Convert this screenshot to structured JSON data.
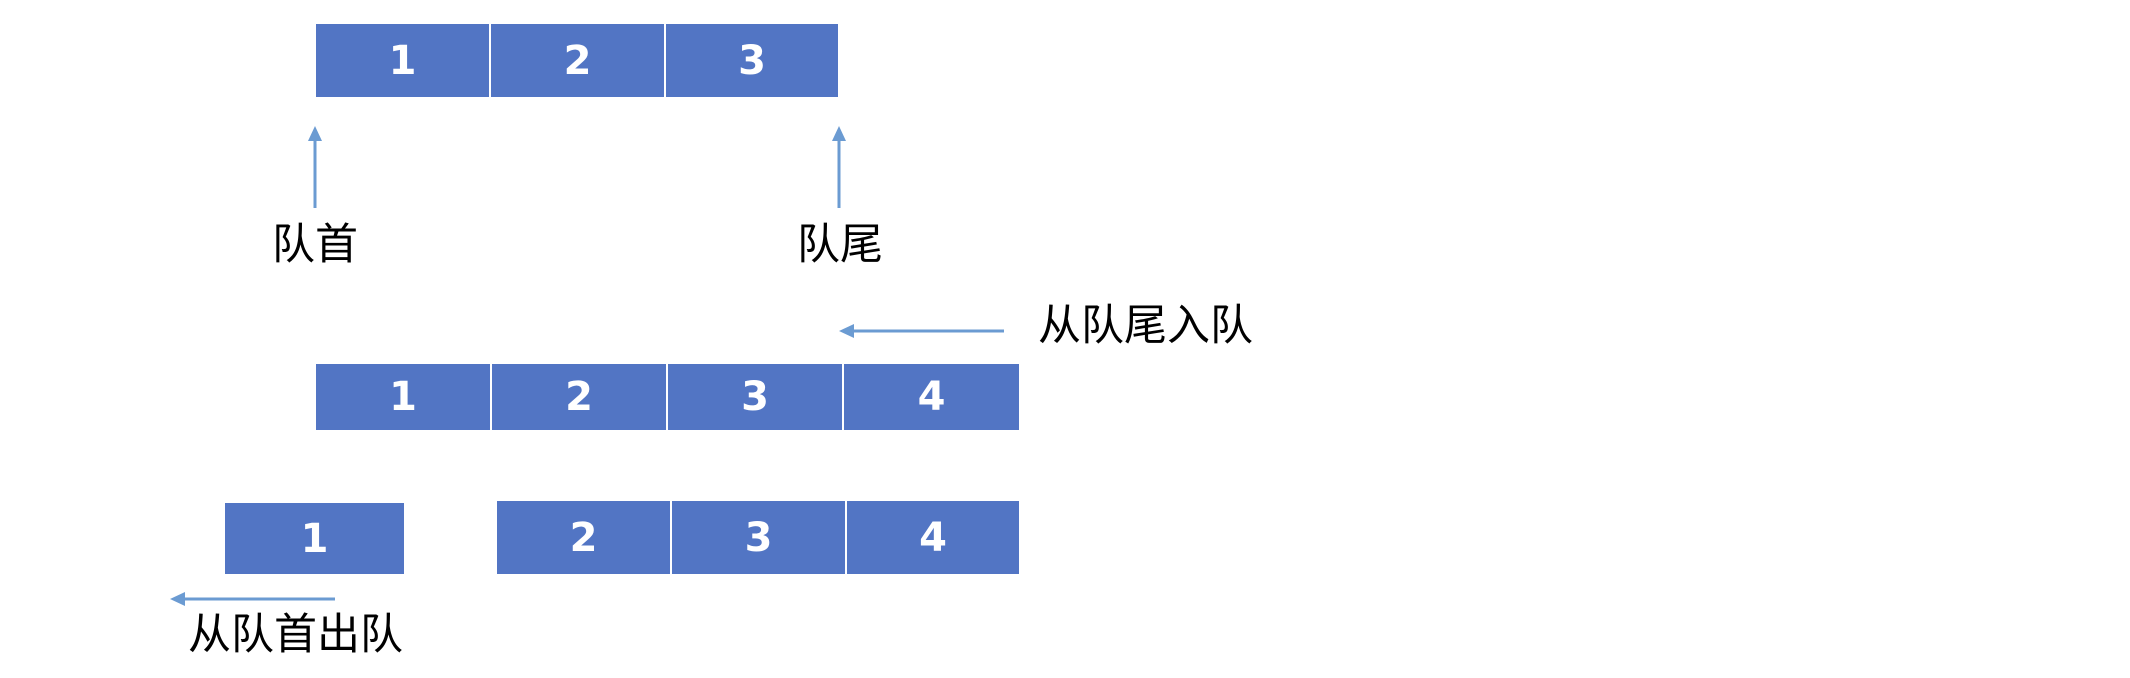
{
  "colors": {
    "cell_fill": "#5275c4",
    "cell_text": "#ffffff",
    "arrow": "#6b9bd2",
    "label_text": "#000000"
  },
  "queue_initial": {
    "cells": [
      "1",
      "2",
      "3"
    ],
    "front_label": "队首",
    "rear_label": "队尾"
  },
  "enqueue": {
    "label": "从队尾入队",
    "cells": [
      "1",
      "2",
      "3",
      "4"
    ]
  },
  "dequeue": {
    "removed_cell": "1",
    "remaining_cells": [
      "2",
      "3",
      "4"
    ],
    "label": "从队首出队"
  }
}
